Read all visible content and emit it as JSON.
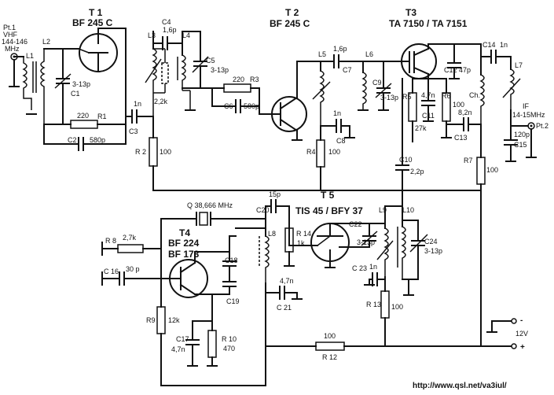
{
  "transistors": {
    "t1": {
      "name": "T 1",
      "type": "BF 245 C"
    },
    "t2": {
      "name": "T 2",
      "type": "BF 245 C"
    },
    "t3": {
      "name": "T3",
      "type": "TA 7150 / TA 7151"
    },
    "t4": {
      "name": "T4",
      "type1": "BF 224",
      "type2": "BF 173"
    },
    "t5": {
      "name": "T 5",
      "type": "TIS 45 / BFY 37"
    }
  },
  "ports": {
    "pt1": {
      "line1": "Pt.1",
      "line2": "VHF",
      "line3": "144-146",
      "line4": "MHz"
    },
    "pt2": {
      "line1": "IF",
      "line2": "14-15MHz",
      "line3": "Pt.2"
    },
    "supply": {
      "minus": "-",
      "voltage": "12V",
      "plus": "+"
    }
  },
  "crystal": {
    "label": "Q 38,666 MHz"
  },
  "components": {
    "l1": "L1",
    "l2": "L2",
    "l3": "L3",
    "l4": "L4",
    "l5": "L5",
    "l6": "L6",
    "l7": "L7",
    "l8": "L8",
    "l9": "L9",
    "l10": "L10",
    "ch": "Ch.",
    "c1_name": "C1",
    "c1_val": "3-13p",
    "c2_name": "C2",
    "c2_val": "580p",
    "c3_name": "C3",
    "c3_val": "1n",
    "c4_name": "C4",
    "c4_val": "1,6p",
    "c5_name": "C5",
    "c5_val": "3-13p",
    "c6_name": "C6",
    "c6_val": "580p",
    "c7_name": "C7",
    "c7_val": "1,6p",
    "c8_name": "C8",
    "c8_val": "1n",
    "c9_name": "C9",
    "c9_val": "3-13p",
    "c10_name": "C10",
    "c10_val": "2,2p",
    "c11_name": "C11",
    "c11_val": "4,7n",
    "c12_name": "C12",
    "c12_val": "47p",
    "c13_name": "C13",
    "c13_val": "8,2n",
    "c14_name": "C14",
    "c14_val": "1n",
    "c15_name": "C15",
    "c15_val": "120p",
    "c16_name": "C 16",
    "c16_val": "30 p",
    "c17_name": "C17",
    "c17_val": "4,7n",
    "c18_name": "C18",
    "c19_name": "C19",
    "c20_name": "C20",
    "c20_val": "15p",
    "c21_name": "C 21",
    "c21_val": "4,7n",
    "c22_name": "C22",
    "c22_val": "3-13p",
    "c23_name": "C 23",
    "c23_val": "1n",
    "c24_name": "C24",
    "c24_val": "3-13p",
    "r1_name": "R1",
    "r1_val": "220",
    "r2_name": "R 2",
    "r2_val": "100",
    "r2k2": "2,2k",
    "r3_name": "R3",
    "r3_val": "220",
    "r4_name": "R4",
    "r4_val": "100",
    "r5_name": "R5",
    "r5_val": "27k",
    "r6_name": "R6",
    "r6_val": "100",
    "r7_name": "R7",
    "r7_val": "100",
    "r8_name": "R 8",
    "r8_val": "2,7k",
    "r9_name": "R9",
    "r9_val": "12k",
    "r10_name": "R 10",
    "r10_val": "470",
    "r12_name": "R 12",
    "r12_val": "100",
    "r13_name": "R 13",
    "r13_val": "100",
    "r14_name": "R 14",
    "r14_val": "1k"
  },
  "footer": {
    "url": "http://www.qsl.net/va3iul/"
  }
}
